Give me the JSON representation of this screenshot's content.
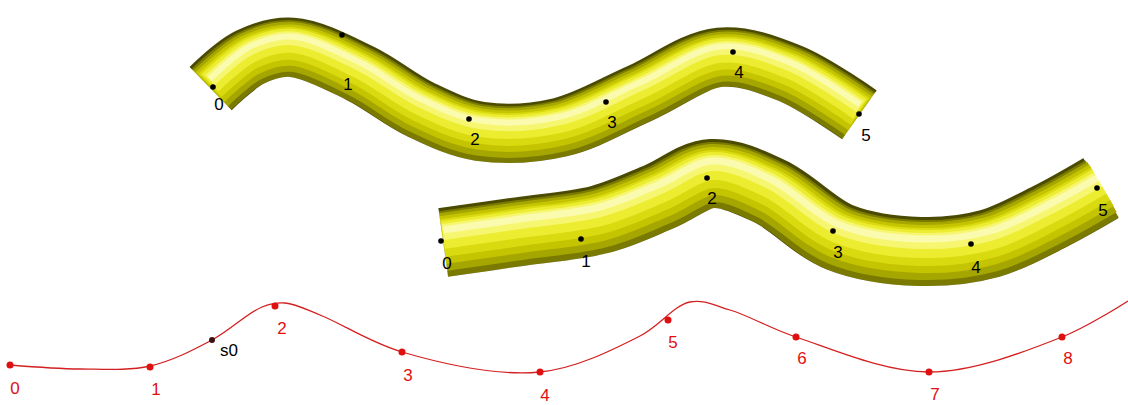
{
  "diagram": {
    "labels": [
      "0",
      "1",
      "2",
      "3",
      "4",
      "5",
      "0",
      "1",
      "2",
      "3",
      "4",
      "5",
      "0",
      "1",
      "s0",
      "2",
      "3",
      "4",
      "5",
      "6",
      "7",
      "8"
    ]
  }
}
